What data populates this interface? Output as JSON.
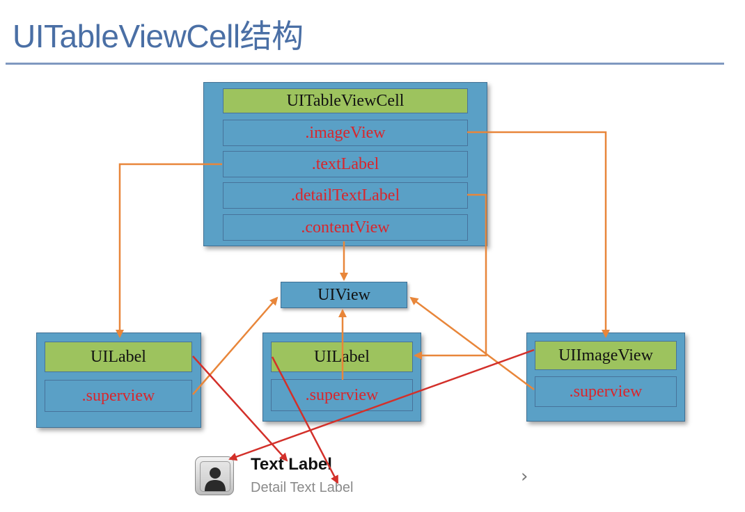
{
  "title": "UITableViewCell结构",
  "cell_block": {
    "header": "UITableViewCell",
    "properties": [
      ".imageView",
      ".textLabel",
      ".detailTextLabel",
      ".contentView"
    ]
  },
  "uiview": "UIView",
  "left_label": {
    "header": "UILabel",
    "property": ".superview"
  },
  "middle_label": {
    "header": "UILabel",
    "property": ".superview"
  },
  "image_view": {
    "header": "UIImageView",
    "property": ".superview"
  },
  "table_cell_preview": {
    "text_label": "Text Label",
    "detail_text_label": "Detail Text Label",
    "icon": "person-placeholder-icon",
    "accessory": "chevron-right-icon"
  },
  "colors": {
    "title": "#4a6fa5",
    "box_fill": "#5aa0c6",
    "header_fill": "#9dc35e",
    "property_text": "#d8262c",
    "orange_arrow": "#e8863a",
    "red_arrow": "#d3302a"
  }
}
